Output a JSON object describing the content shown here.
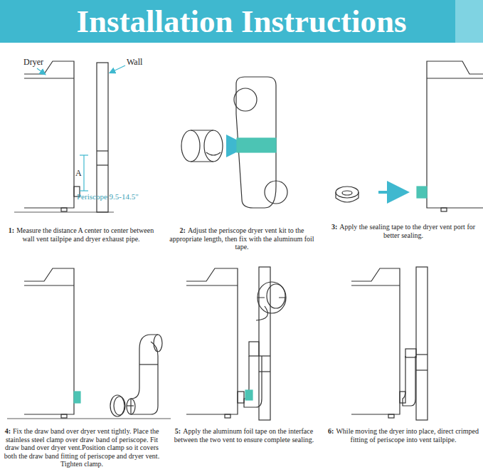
{
  "diagram": {
    "title": "Installation Instructions",
    "labels": [
      "Dryer",
      "Wall",
      "A",
      "Periscope 9.5-14.5\"",
      "1:",
      "Measure the distance A center to center between wall vent tailpipe and dryer exhaust pipe.",
      "2:",
      "Adjust the periscope dryer vent kit to the appropriate length, then fix with the aluminum foil tape.",
      "3:",
      "Apply the sealing tape to the dryer vent port for better sealing.",
      "4:",
      "Fix the draw band over dryer vent tightly. Place the stainless steel clamp over draw band of periscope. Fit draw band over dryer vent.Position clamp so it covers both the draw band fitting of periscope and dryer vent. Tighten clamp.",
      "5:",
      "Apply the aluminum foil tape on the interface between the two vent to ensure complete sealing.",
      "6:",
      "While moving the dryer into place, direct crimped fitting of periscope into vent tailpipe."
    ]
  }
}
